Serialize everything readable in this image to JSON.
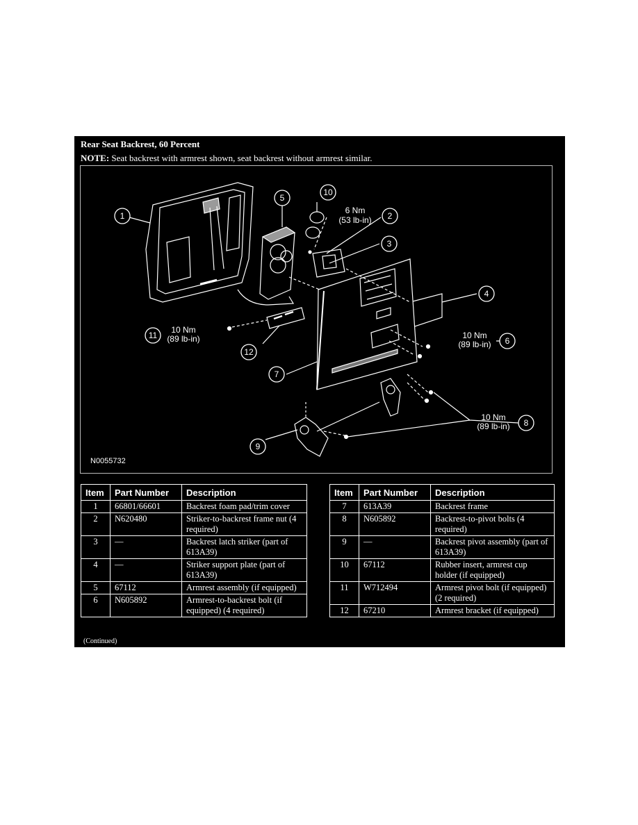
{
  "title": "Rear Seat Backrest, 60 Percent",
  "note": {
    "label": "NOTE:",
    "text": " Seat backrest with armrest shown, seat backrest without armrest similar."
  },
  "diagram": {
    "figure_id": "N0055732",
    "callouts": [
      "1",
      "2",
      "3",
      "4",
      "5",
      "6",
      "7",
      "8",
      "9",
      "10",
      "11",
      "12"
    ],
    "torque": {
      "t2_nm": "6 Nm",
      "t2_lbin": "(53 lb-in)",
      "t6_nm": "10 Nm",
      "t6_lbin": "(89 lb-in)",
      "t8_nm": "10 Nm",
      "t8_lbin": "(89 lb-in)",
      "t11_nm": "10 Nm",
      "t11_lbin": "(89 lb-in)"
    }
  },
  "table_headers": {
    "item": "Item",
    "part": "Part Number",
    "desc": "Description"
  },
  "parts_left": [
    {
      "item": "1",
      "part": "66801/66601",
      "desc": "Backrest foam pad/trim cover"
    },
    {
      "item": "2",
      "part": "N620480",
      "desc": "Striker-to-backrest frame nut (4 required)"
    },
    {
      "item": "3",
      "part": "—",
      "desc": "Backrest latch striker (part of 613A39)"
    },
    {
      "item": "4",
      "part": "—",
      "desc": "Striker support plate (part of 613A39)"
    },
    {
      "item": "5",
      "part": "67112",
      "desc": "Armrest assembly (if equipped)"
    },
    {
      "item": "6",
      "part": "N605892",
      "desc": "Armrest-to-backrest bolt (if equipped) (4 required)"
    }
  ],
  "parts_right": [
    {
      "item": "7",
      "part": "613A39",
      "desc": "Backrest frame"
    },
    {
      "item": "8",
      "part": "N605892",
      "desc": "Backrest-to-pivot bolts (4 required)"
    },
    {
      "item": "9",
      "part": "—",
      "desc": "Backrest pivot assembly (part of 613A39)"
    },
    {
      "item": "10",
      "part": "67112",
      "desc": "Rubber insert, armrest cup holder (if equipped)"
    },
    {
      "item": "11",
      "part": "W712494",
      "desc": "Armrest pivot bolt (if equipped) (2 required)"
    },
    {
      "item": "12",
      "part": "67210",
      "desc": "Armrest bracket (if equipped)"
    }
  ],
  "continued": "(Continued)"
}
